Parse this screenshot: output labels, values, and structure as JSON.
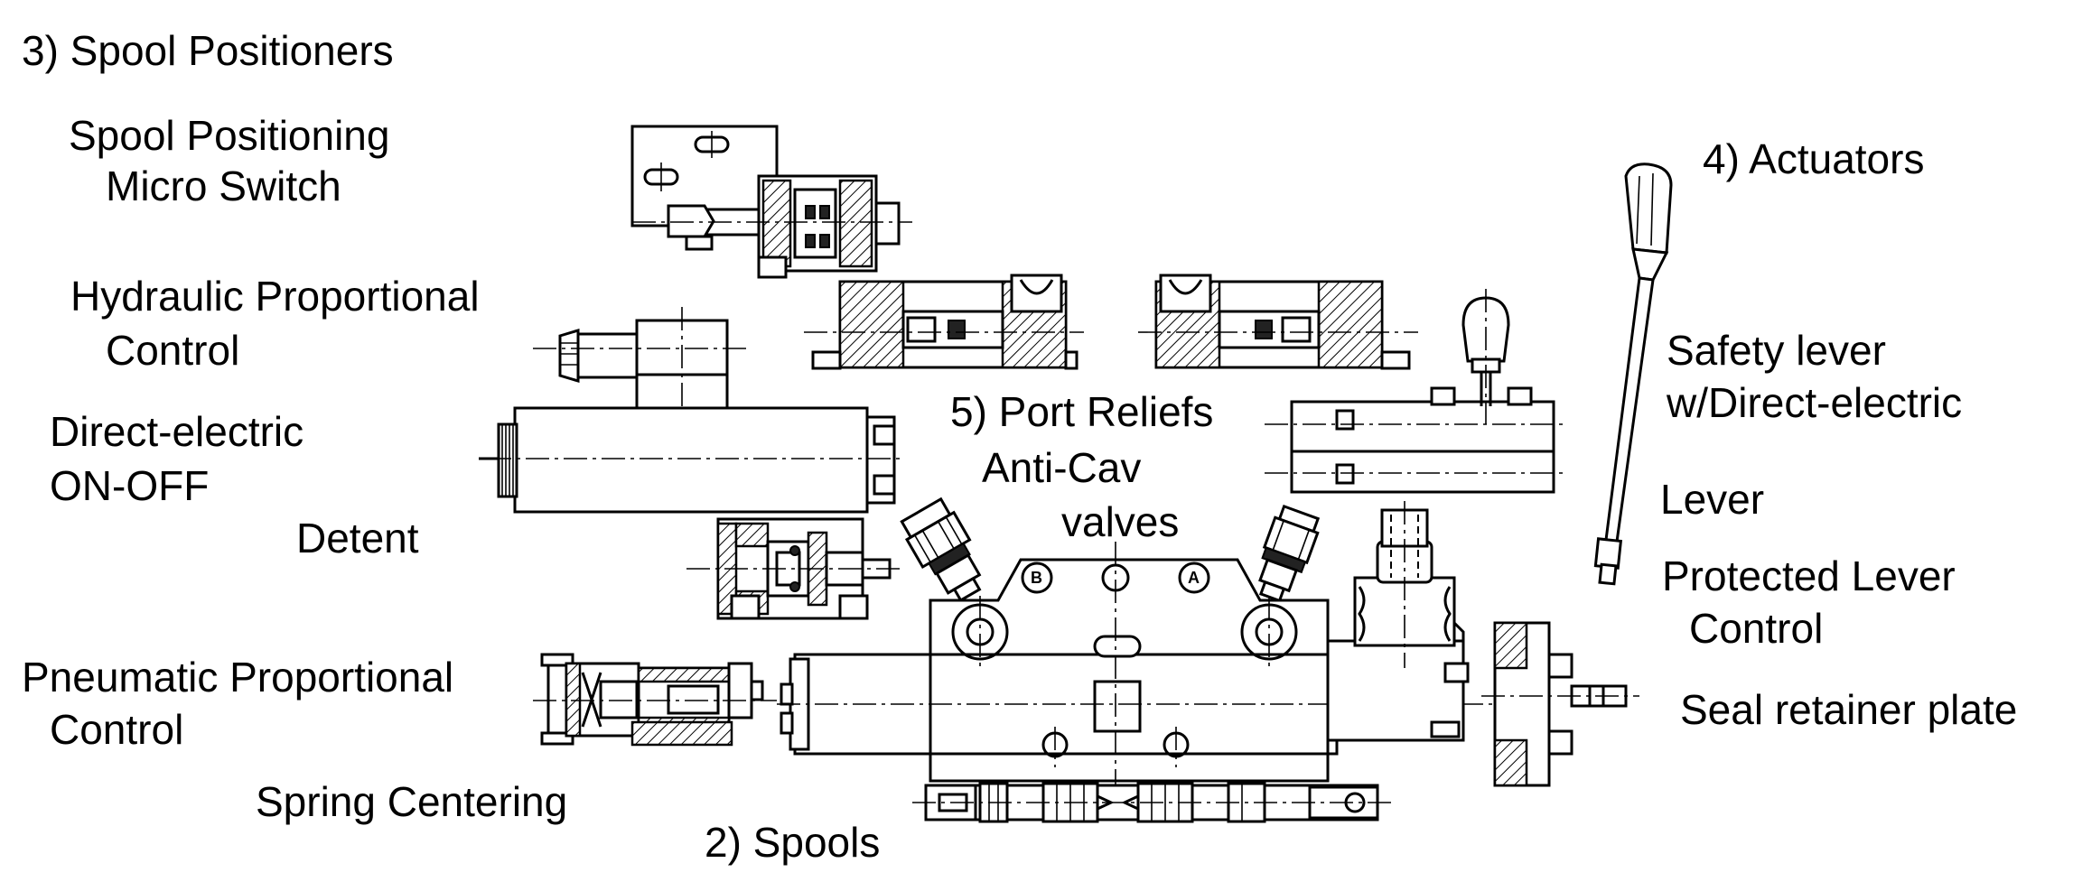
{
  "labels": {
    "spool_positioners": "3) Spool Positioners",
    "micro_switch_line1": "Spool Positioning",
    "micro_switch_line2": "Micro Switch",
    "hydraulic_line1": "Hydraulic Proportional",
    "hydraulic_line2": "Control",
    "direct_electric_line1": "Direct-electric",
    "direct_electric_line2": "ON-OFF",
    "detent": "Detent",
    "pneumatic_line1": "Pneumatic Proportional",
    "pneumatic_line2": "Control",
    "spring_centering": "Spring Centering",
    "spools": "2) Spools",
    "port_reliefs": "5) Port Reliefs",
    "anti_cav_line1": "Anti-Cav",
    "anti_cav_line2": "valves",
    "actuators": "4) Actuators",
    "safety_lever_line1": "Safety lever",
    "safety_lever_line2": "w/Direct-electric",
    "lever": "Lever",
    "protected_lever_line1": "Protected Lever",
    "protected_lever_line2": "Control",
    "seal_retainer": "Seal retainer plate"
  },
  "port_markers": {
    "b": "B",
    "a": "A"
  }
}
